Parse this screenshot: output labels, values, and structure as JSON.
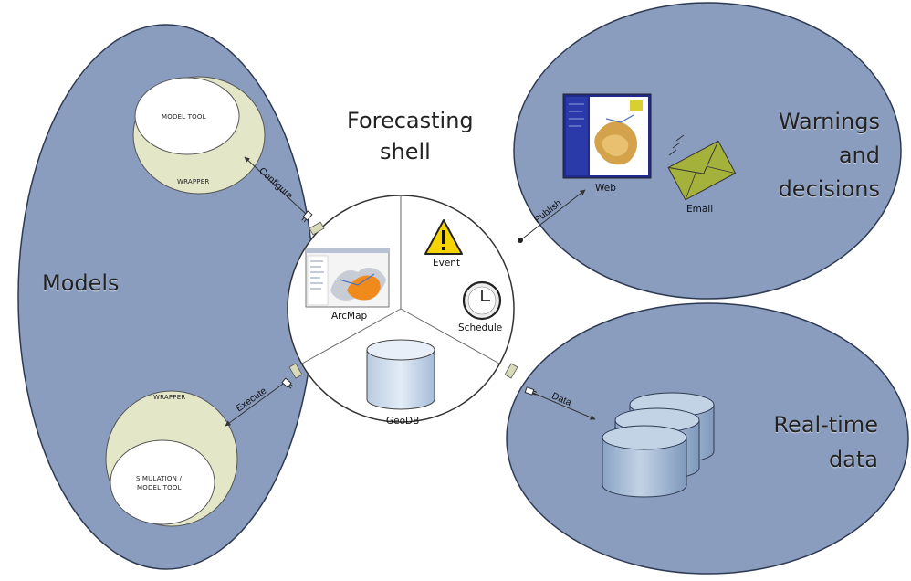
{
  "regions": {
    "models": "Models",
    "shell_line1": "Forecasting",
    "shell_line2": "shell",
    "warnings_line1": "Warnings",
    "warnings_line2": "and",
    "warnings_line3": "decisions",
    "realtime_line1": "Real-time",
    "realtime_line2": "data"
  },
  "tools": {
    "model_tool": "MODEL TOOL",
    "wrapper_top": "WRAPPER",
    "wrapper_bottom": "WRAPPER",
    "simulation_line1": "SIMULATION /",
    "simulation_line2": "MODEL TOOL"
  },
  "shell_components": {
    "arcmap": "ArcMap",
    "event": "Event",
    "schedule": "Schedule",
    "geodb": "GeoDB"
  },
  "outputs": {
    "web": "Web",
    "email": "Email"
  },
  "connectors": {
    "configure": "Configure",
    "execute": "Execute",
    "publish": "Publish",
    "data": "Data"
  },
  "colors": {
    "ellipse_fill": "#8a9dbf",
    "wrapper_fill": "#e4e6c8",
    "db_fill": "#a9bdd6",
    "map_orange": "#f08a1c",
    "email_green": "#a4b23c",
    "warning_yellow": "#f5d400"
  }
}
